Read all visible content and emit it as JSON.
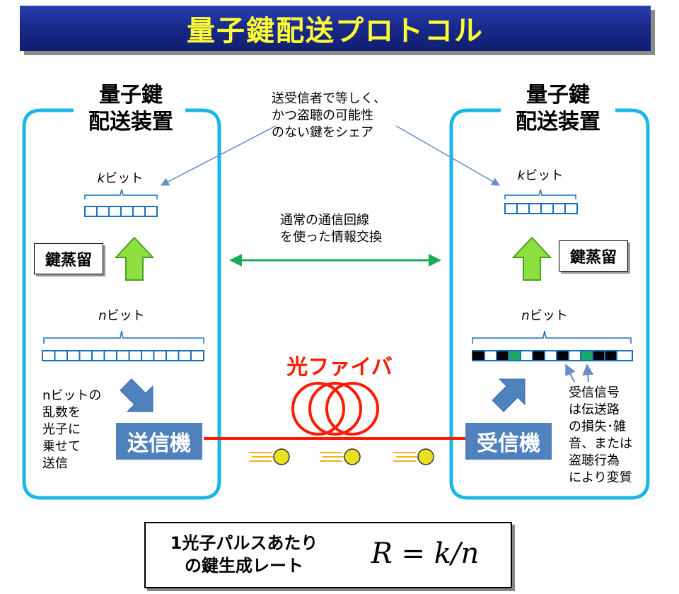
{
  "title": "量子鍵配送プロトコル",
  "left_device": {
    "label_line1": "量子鍵",
    "label_line2": "配送装置"
  },
  "right_device": {
    "label_line1": "量子鍵",
    "label_line2": "配送装置"
  },
  "shared_key_note": [
    "送受信者で等しく、",
    "かつ盗聴の可能性",
    "のない鍵をシェア"
  ],
  "channel_note": [
    "通常の通信回線",
    "を使った情報交換"
  ],
  "k_bits": {
    "var": "k",
    "suffix": "ビット"
  },
  "n_bits": {
    "var": "n",
    "suffix": "ビット"
  },
  "distillation_label": "鍵蒸留",
  "sender_note": [
    "nビットの",
    "乱数を",
    "光子に",
    "乗せて",
    "送信"
  ],
  "receiver_note": [
    "受信信号",
    "は伝送路",
    "の損失･雑",
    "音、または",
    "盗聴行為",
    "により変質"
  ],
  "transmitter_label": "送信機",
  "receiver_label": "受信機",
  "fiber_label": "光ファイバ",
  "formula": {
    "text_line1": "1光子パルスあたり",
    "text_line2": "の鍵生成レート",
    "math": "R = k/n"
  },
  "colors": {
    "title_bg": "#1a2a8c",
    "title_text": "#ffff33",
    "device_frame": "#1ab6e8",
    "machine": "#4f81bd",
    "fiber": "#ff1a00",
    "green_arrow": "#8ee040",
    "exchange_arrow": "#1aaa55"
  }
}
